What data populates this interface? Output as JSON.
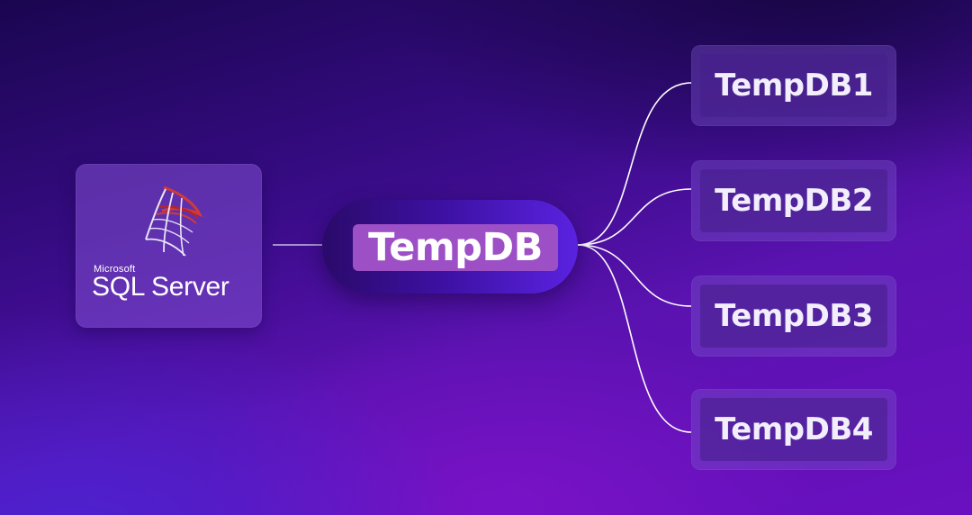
{
  "logo": {
    "company": "Microsoft",
    "product": "SQL Server"
  },
  "center_node": {
    "label": "TempDB"
  },
  "child_nodes": [
    {
      "label": "TempDB1"
    },
    {
      "label": "TempDB2"
    },
    {
      "label": "TempDB3"
    },
    {
      "label": "TempDB4"
    }
  ],
  "colors": {
    "background_top": "#1a0650",
    "background_bottom": "#6a10c0",
    "center_label_fill": "#9d4fc6",
    "logo_accent": "#d23a34",
    "connector": "#ffffff"
  }
}
